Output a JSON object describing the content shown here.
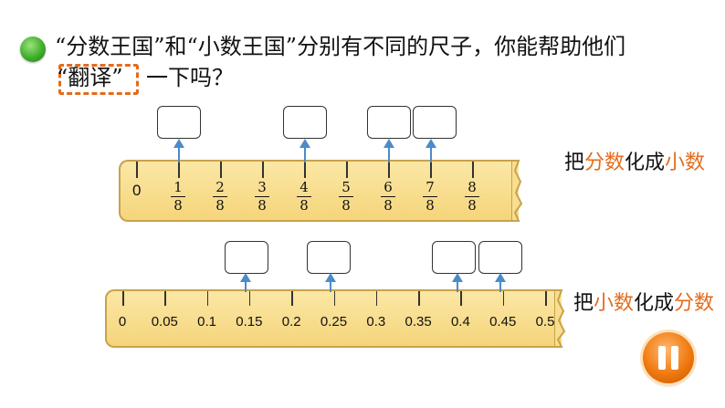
{
  "question": {
    "line1": "“分数王国”和“小数王国”分别有不同的尺子，你能帮助他们",
    "highlight_word": "“翻译”",
    "line2_rest": "一下吗？"
  },
  "ruler_fractions": {
    "zero_label": "0",
    "numerators": [
      "1",
      "2",
      "3",
      "4",
      "5",
      "6",
      "7",
      "8"
    ],
    "denominator": "8",
    "task_prefix": "把",
    "task_from": "分数",
    "task_mid": "化成",
    "task_to": "小数"
  },
  "ruler_decimals": {
    "tick_labels": [
      "0",
      "0.05",
      "0.1",
      "0.15",
      "0.2",
      "0.25",
      "0.3",
      "0.35",
      "0.4",
      "0.45",
      "0.5"
    ],
    "task_prefix": "把",
    "task_from": "小数",
    "task_mid": "化成",
    "task_to": "分数"
  },
  "colors": {
    "accent": "#e36c1e",
    "ruler": "#f5d57b",
    "arrow": "#4a8bc9",
    "bullet": "#3fae2a"
  },
  "icons": {
    "bullet": "green-circle-icon",
    "pause": "pause-icon"
  }
}
